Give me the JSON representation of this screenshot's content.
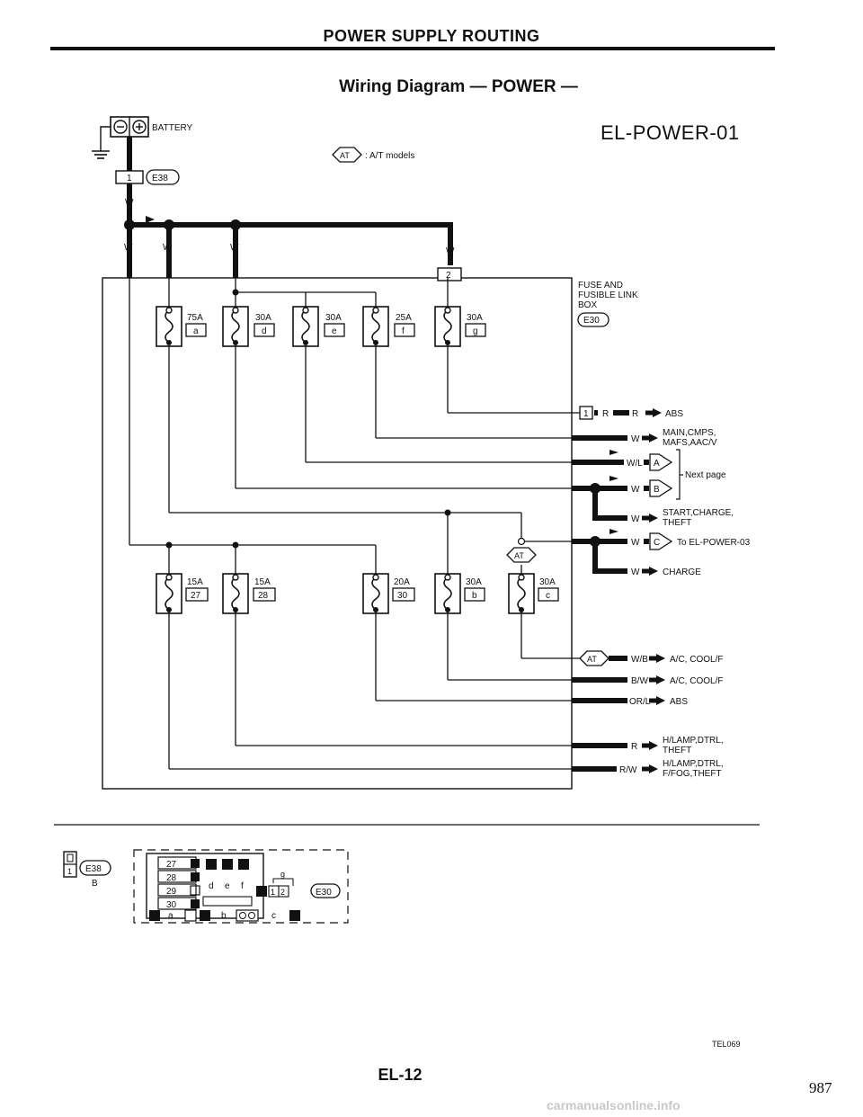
{
  "header": {
    "title": "POWER SUPPLY ROUTING",
    "subtitle": "Wiring Diagram — POWER —",
    "diagram_code": "EL-POWER-01",
    "at_badge": "AT",
    "at_note": ": A/T models"
  },
  "battery": {
    "label": "BATTERY",
    "minus": "⊖",
    "plus": "⊕"
  },
  "connector_e38": {
    "pin": "1",
    "code": "E38",
    "color": "B"
  },
  "wires": {
    "w": "W"
  },
  "fuse_box": {
    "label_line1": "FUSE AND",
    "label_line2": "FUSIBLE LINK",
    "label_line3": "BOX",
    "code": "E30",
    "pin_top": "2",
    "pin_out": "1"
  },
  "fusible_links": [
    {
      "rating": "75A",
      "id": "a"
    },
    {
      "rating": "30A",
      "id": "d"
    },
    {
      "rating": "30A",
      "id": "e"
    },
    {
      "rating": "25A",
      "id": "f"
    },
    {
      "rating": "30A",
      "id": "g"
    }
  ],
  "fuses": [
    {
      "rating": "15A",
      "id": "27"
    },
    {
      "rating": "15A",
      "id": "28"
    },
    {
      "rating": "20A",
      "id": "30"
    },
    {
      "rating": "30A",
      "id": "b"
    },
    {
      "rating": "30A",
      "id": "c"
    }
  ],
  "outputs": [
    {
      "color": "R",
      "color2": "R",
      "dest1": "ABS",
      "dest2": ""
    },
    {
      "color": "W",
      "dest1": "MAIN,CMPS,",
      "dest2": "MAFS,AAC/V"
    },
    {
      "color": "W/L",
      "conn": "A"
    },
    {
      "color": "W",
      "conn": "B"
    },
    {
      "color": "W",
      "dest1": "START,CHARGE,",
      "dest2": "THEFT"
    },
    {
      "color": "W",
      "conn": "C",
      "dest1": "To EL-POWER-03"
    },
    {
      "color": "W",
      "dest1": "CHARGE"
    },
    {
      "color": "W/B",
      "dest1": "A/C, COOL/F"
    },
    {
      "color": "B/W",
      "dest1": "A/C, COOL/F"
    },
    {
      "color": "OR/L",
      "dest1": "ABS"
    },
    {
      "color": "R",
      "dest1": "H/LAMP,DTRL,",
      "dest2": "THEFT"
    },
    {
      "color": "R/W",
      "dest1": "H/LAMP,DTRL,",
      "dest2": "F/FOG,THEFT"
    }
  ],
  "next_page": "Next page",
  "connector_detail": {
    "rows": [
      "27",
      "28",
      "29",
      "30"
    ],
    "letters": [
      "d",
      "e",
      "f"
    ],
    "g_label": "g",
    "pins": [
      "1",
      "2"
    ],
    "bottom": [
      "a",
      "b",
      "c"
    ]
  },
  "footer": {
    "ref": "TEL069",
    "page": "EL-12",
    "sheet": "987",
    "watermark": "carmanualsonline.info"
  }
}
